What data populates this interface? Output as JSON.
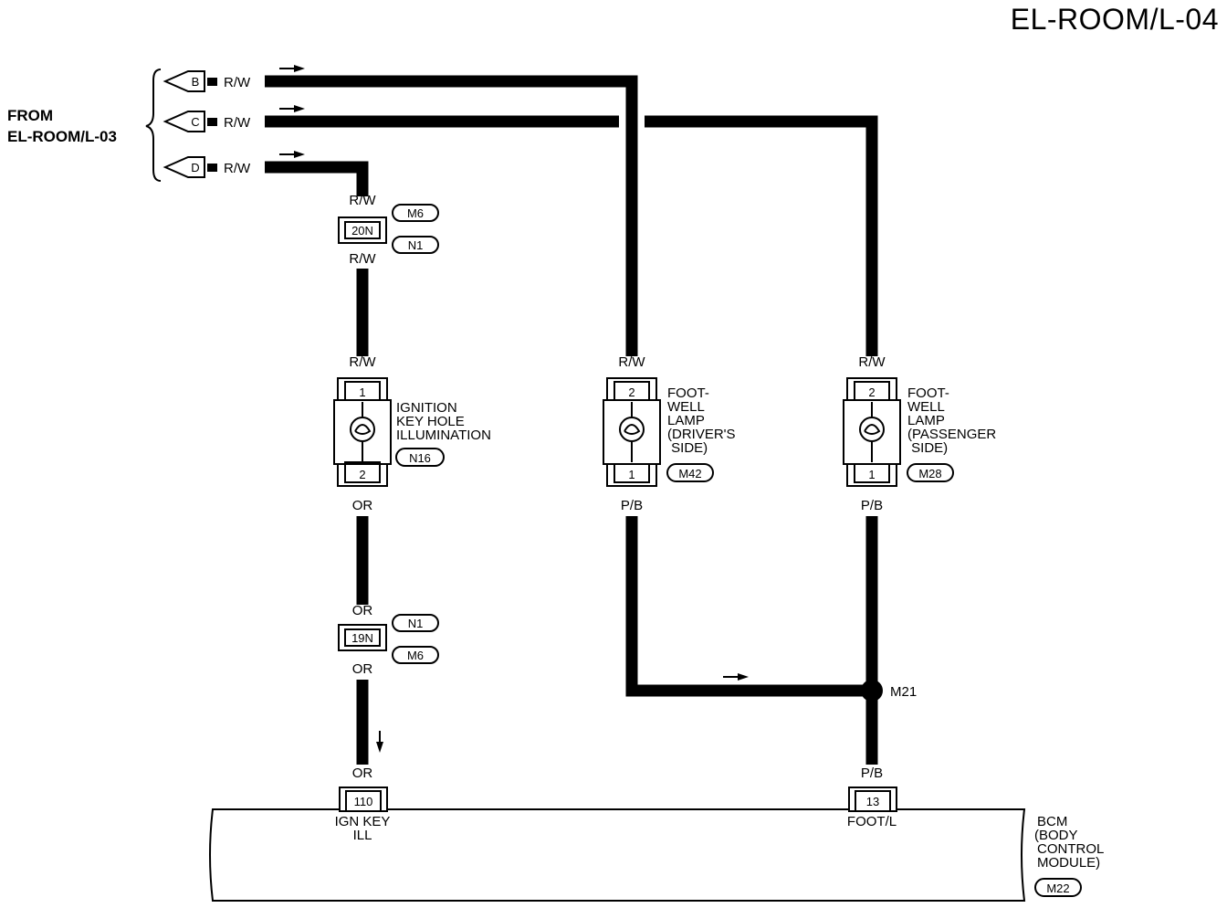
{
  "page_code": "EL-ROOM/L-04",
  "from_ref": {
    "line1": "FROM",
    "line2": "EL-ROOM/L-03"
  },
  "inputs": [
    {
      "letter": "B",
      "wire": "R/W"
    },
    {
      "letter": "C",
      "wire": "R/W"
    },
    {
      "letter": "D",
      "wire": "R/W"
    }
  ],
  "joint_20n": {
    "top_wire": "R/W",
    "label": "20N",
    "bottom_wire": "R/W",
    "conn_top": "M6",
    "conn_bottom": "N1"
  },
  "joint_19n": {
    "top_wire": "OR",
    "label": "19N",
    "bottom_wire": "OR",
    "conn_top": "N1",
    "conn_bottom": "M6"
  },
  "ign_lamp": {
    "wire_in": "R/W",
    "pin_top": "1",
    "pin_bottom": "2",
    "wire_out": "OR",
    "name_lines": [
      "IGNITION",
      "KEY HOLE",
      "ILLUMINATION"
    ],
    "connector": "N16"
  },
  "foot_driver": {
    "wire_in": "R/W",
    "pin_top": "2",
    "pin_bottom": "1",
    "wire_out": "P/B",
    "name_lines": [
      "FOOT-",
      "WELL",
      "LAMP",
      "(DRIVER'S",
      " SIDE)"
    ],
    "connector": "M42"
  },
  "foot_passenger": {
    "wire_in": "R/W",
    "pin_top": "2",
    "pin_bottom": "1",
    "wire_out": "P/B",
    "name_lines": [
      "FOOT-",
      "WELL",
      "LAMP",
      "(PASSENGER",
      " SIDE)"
    ],
    "connector": "M28"
  },
  "splice": {
    "label": "M21"
  },
  "bcm": {
    "wire_left": "OR",
    "pin_left": "110",
    "term_left_lines": [
      "IGN KEY",
      "ILL"
    ],
    "wire_right": "P/B",
    "pin_right": "13",
    "term_right_lines": [
      "FOOT/L"
    ],
    "name_lines": [
      "BCM",
      "(BODY",
      "CONTROL",
      "MODULE)"
    ],
    "connector": "M22"
  }
}
